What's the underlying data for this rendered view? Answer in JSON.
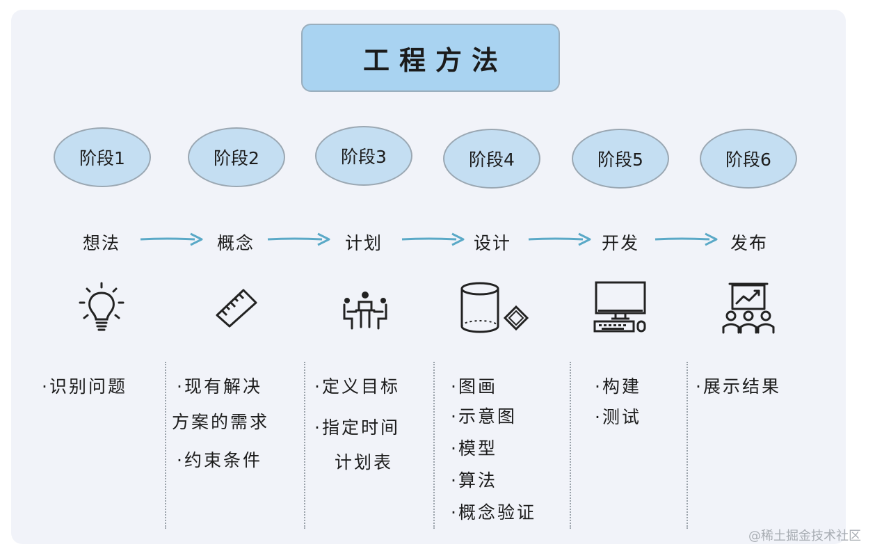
{
  "title": "工程方法",
  "stages": [
    {
      "label": "阶段1",
      "phase": "想法",
      "icon": "lightbulb-icon",
      "items": [
        "·识别问题"
      ]
    },
    {
      "label": "阶段2",
      "phase": "概念",
      "icon": "ruler-icon",
      "items": [
        "·现有解决",
        "方案的需求",
        "·约束条件"
      ]
    },
    {
      "label": "阶段3",
      "phase": "计划",
      "icon": "meeting-icon",
      "items": [
        "·定义目标",
        "·指定时间",
        "计划表"
      ]
    },
    {
      "label": "阶段4",
      "phase": "设计",
      "icon": "cylinder-shape-icon",
      "items": [
        "·图画",
        "·示意图",
        "·模型",
        "·算法",
        "·概念验证"
      ]
    },
    {
      "label": "阶段5",
      "phase": "开发",
      "icon": "computer-icon",
      "items": [
        "·构建",
        "·测试"
      ]
    },
    {
      "label": "阶段6",
      "phase": "发布",
      "icon": "presentation-icon",
      "items": [
        "·展示结果"
      ]
    }
  ],
  "watermark": "@稀土掘金技术社区",
  "colors": {
    "title_bg": "#a9d3f1",
    "stage_bg": "#c4def2",
    "arrow": "#5aa9c7",
    "card_bg": "#f1f3f9"
  }
}
